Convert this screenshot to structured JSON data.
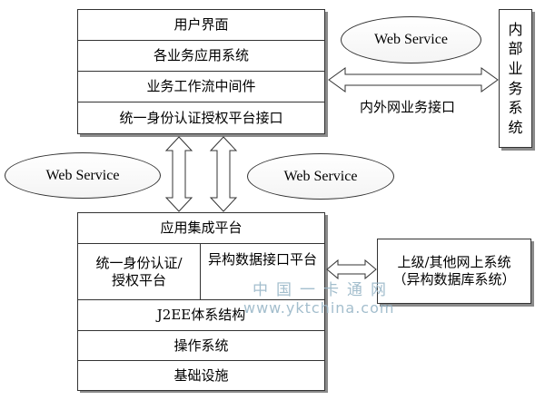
{
  "top_stack": {
    "user_interface": "用户界面",
    "business_apps": "各业务应用系统",
    "workflow_middleware": "业务工作流中间件",
    "unified_auth_interface": "统一身份认证授权平台接口"
  },
  "web_service_labels": [
    "Web Service",
    "Web Service",
    "Web Service"
  ],
  "internal_system": "内部业务系统",
  "internal_external_interface": "内外网业务接口",
  "bottom_stack": {
    "integration_platform": "应用集成平台",
    "unified_auth": "统一身份认证/授权平台",
    "heterogeneous_interface": "异构数据接口平台",
    "j2ee": "J2EE体系结构",
    "os": "操作系统",
    "infrastructure": "基础设施"
  },
  "external_system": {
    "line1": "上级/其他网上系统",
    "line2": "（异构数据库系统）"
  },
  "watermark": {
    "brand": "中国一卡通网",
    "url": "www.yktchina.com"
  }
}
